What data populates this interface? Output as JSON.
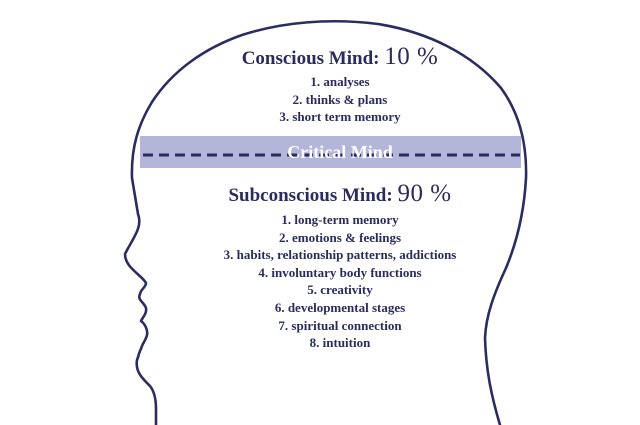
{
  "conscious": {
    "title": "Conscious Mind:",
    "percent": "10 %",
    "items": [
      "1. analyses",
      "2. thinks & plans",
      "3. short term memory"
    ]
  },
  "critical": {
    "label": "Critical Mind"
  },
  "subconscious": {
    "title": "Subconscious Mind:",
    "percent": "90 %",
    "items": [
      "1. long-term memory",
      "2. emotions & feelings",
      "3. habits, relationship patterns, addictions",
      "4. involuntary body functions",
      "5. creativity",
      "6. developmental stages",
      "7. spiritual connection",
      "8. intuition"
    ]
  },
  "colors": {
    "outline": "#2b2d5f",
    "text": "#2a2c5e",
    "band": "#b3b6d8",
    "band_label": "#ffffff"
  }
}
